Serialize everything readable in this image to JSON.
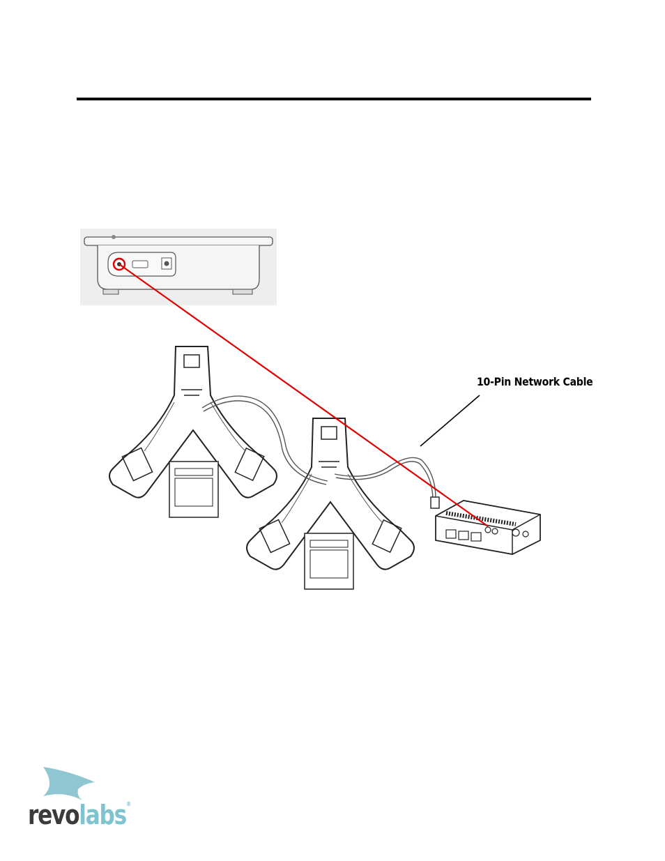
{
  "figure": {
    "cable_label": "10-Pin Network Cable"
  },
  "logo": {
    "part1": "revo",
    "part2": "labs",
    "mark": "®"
  },
  "colors": {
    "connector_line": "#e30000",
    "logo_dark": "#3b3b3b",
    "logo_accent": "#7fc3cf"
  }
}
